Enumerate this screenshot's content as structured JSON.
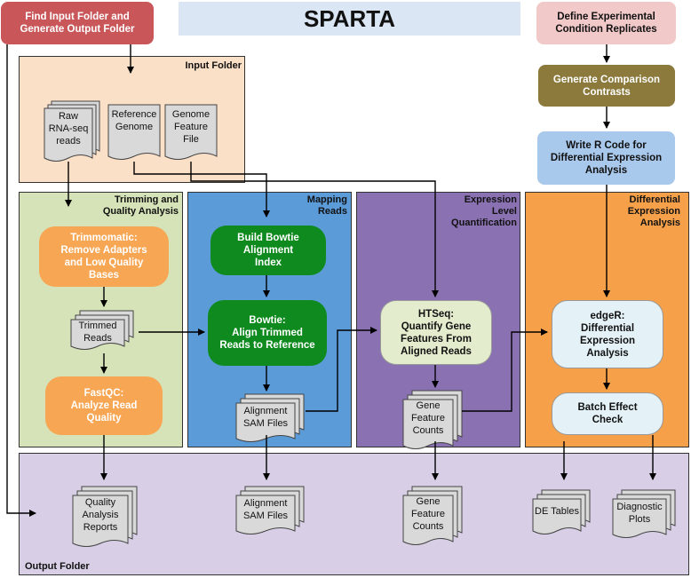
{
  "title": "SPARTA",
  "top_nodes": {
    "find_input": "Find Input Folder and\nGenerate Output Folder",
    "define_replicates": "Define Experimental\nCondition Replicates",
    "generate_contrasts": "Generate Comparison\nContrasts",
    "write_r_code": "Write R Code for\nDifferential Expression\nAnalysis"
  },
  "sections": {
    "input_folder": "Input Folder",
    "trimming": "Trimming and\nQuality Analysis",
    "mapping": "Mapping\nReads",
    "expression": "Expression\nLevel\nQuantification",
    "differential": "Differential\nExpression\nAnalysis",
    "output_folder": "Output Folder"
  },
  "input_docs": {
    "raw_reads": "Raw\nRNA-seq\nreads",
    "reference_genome": "Reference\nGenome",
    "genome_feature_file": "Genome\nFeature\nFile"
  },
  "process_nodes": {
    "trimmomatic": "Trimmomatic:\nRemove Adapters\nand Low Quality\nBases",
    "fastqc": "FastQC:\nAnalyze Read\nQuality",
    "build_bowtie": "Build Bowtie\nAlignment\nIndex",
    "bowtie": "Bowtie:\nAlign Trimmed\nReads to Reference",
    "htseq": "HTSeq:\nQuantify Gene\nFeatures From\nAligned Reads",
    "edger": "edgeR:\nDifferential\nExpression\nAnalysis",
    "batch_effect": "Batch Effect\nCheck"
  },
  "intermediate_docs": {
    "trimmed_reads": "Trimmed\nReads",
    "alignment_sam": "Alignment\nSAM Files",
    "gene_feature_counts": "Gene\nFeature\nCounts"
  },
  "output_docs": {
    "quality_reports": "Quality\nAnalysis\nReports",
    "alignment_sam": "Alignment\nSAM Files",
    "gene_feature_counts": "Gene\nFeature\nCounts",
    "de_tables": "DE Tables",
    "diagnostic_plots": "Diagnostic\nPlots"
  },
  "colors": {
    "title_bg": "#dbe6f4",
    "find_input_bg": "#c9575a",
    "define_bg": "#f2c9c9",
    "contrasts_bg": "#8c7a3c",
    "rcode_bg": "#a8c8ec",
    "input_folder_bg": "#fbe0c8",
    "trimming_bg": "#d6e3b8",
    "mapping_bg": "#5b9bd8",
    "expression_bg": "#8a71b2",
    "differential_bg": "#f6a04a",
    "output_bg": "#d8cfe6",
    "orange_node": "#f7a654",
    "green_node": "#0f8a1f",
    "lightgreen_node": "#e3edce",
    "lightblue_node": "#e4f2f8",
    "doc_fill": "#d9d9d9"
  }
}
